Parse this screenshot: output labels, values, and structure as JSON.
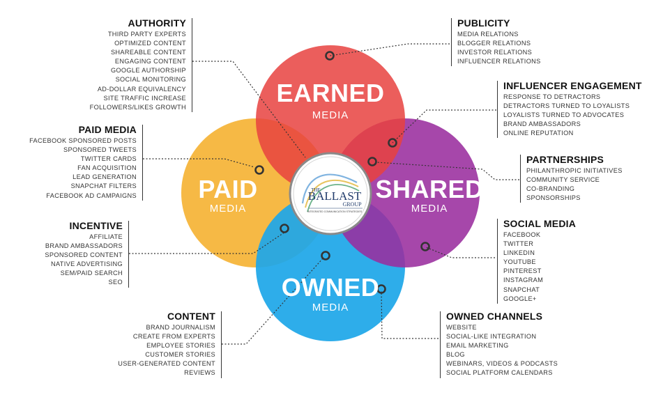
{
  "circles": {
    "earned": {
      "title": "EARNED",
      "subtitle": "MEDIA",
      "color": "#E8423F"
    },
    "shared": {
      "title": "SHARED",
      "subtitle": "MEDIA",
      "color": "#9A2E9E"
    },
    "owned": {
      "title": "OWNED",
      "subtitle": "MEDIA",
      "color": "#1EA7E8"
    },
    "paid": {
      "title": "PAID",
      "subtitle": "MEDIA",
      "color": "#F6B945"
    }
  },
  "logo": {
    "the": "THE",
    "ballast": "BALLAST",
    "group": "GROUP",
    "tagline": "INTEGRATED COMMUNICATION STRATEGIES"
  },
  "blocks": {
    "authority": {
      "title": "AUTHORITY",
      "items": [
        "THIRD PARTY EXPERTS",
        "OPTIMIZED CONTENT",
        "SHAREABLE CONTENT",
        "ENGAGING CONTENT",
        "GOOGLE AUTHORSHIP",
        "SOCIAL MONITORING",
        "AD-DOLLAR EQUIVALENCY",
        "SITE TRAFFIC INCREASE",
        "FOLLOWERS/LIKES GROWTH"
      ]
    },
    "paid_media": {
      "title": "PAID MEDIA",
      "items": [
        "FACEBOOK SPONSORED POSTS",
        "SPONSORED TWEETS",
        "TWITTER CARDS",
        "FAN ACQUISITION",
        "LEAD GENERATION",
        "SNAPCHAT FILTERS",
        "FACEBOOK AD CAMPAIGNS"
      ]
    },
    "incentive": {
      "title": "INCENTIVE",
      "items": [
        "AFFILIATE",
        "BRAND AMBASSADORS",
        "SPONSORED CONTENT",
        "NATIVE ADVERTISING",
        "SEM/PAID SEARCH",
        "SEO"
      ]
    },
    "content": {
      "title": "CONTENT",
      "items": [
        "BRAND JOURNALISM",
        "CREATE FROM EXPERTS",
        "EMPLOYEE STORIES",
        "CUSTOMER STORIES",
        "USER-GENERATED CONTENT",
        "REVIEWS"
      ]
    },
    "publicity": {
      "title": "PUBLICITY",
      "items": [
        "MEDIA RELATIONS",
        "BLOGGER RELATIONS",
        "INVESTOR RELATIONS",
        "INFLUENCER RELATIONS"
      ]
    },
    "influencer": {
      "title": "INFLUENCER ENGAGEMENT",
      "items": [
        "RESPONSE TO DETRACTORS",
        "DETRACTORS TURNED TO LOYALISTS",
        "LOYALISTS TURNED TO ADVOCATES",
        "BRAND AMBASSADORS",
        "ONLINE REPUTATION"
      ]
    },
    "partnerships": {
      "title": "PARTNERSHIPS",
      "items": [
        "PHILANTHROPIC INITIATIVES",
        "COMMUNITY SERVICE",
        "CO-BRANDING",
        "SPONSORSHIPS"
      ]
    },
    "social": {
      "title": "SOCIAL MEDIA",
      "items": [
        "FACEBOOK",
        "TWITTER",
        "LINKEDIN",
        "YOUTUBE",
        "PINTEREST",
        "INSTAGRAM",
        "SNAPCHAT",
        "GOOGLE+"
      ]
    },
    "owned_channels": {
      "title": "OWNED CHANNELS",
      "items": [
        "WEBSITE",
        "SOCIAL-LIKE INTEGRATION",
        "EMAIL MARKETING",
        "BLOG",
        "WEBINARS, VIDEOS & PODCASTS",
        "SOCIAL PLATFORM CALENDARS"
      ]
    }
  }
}
